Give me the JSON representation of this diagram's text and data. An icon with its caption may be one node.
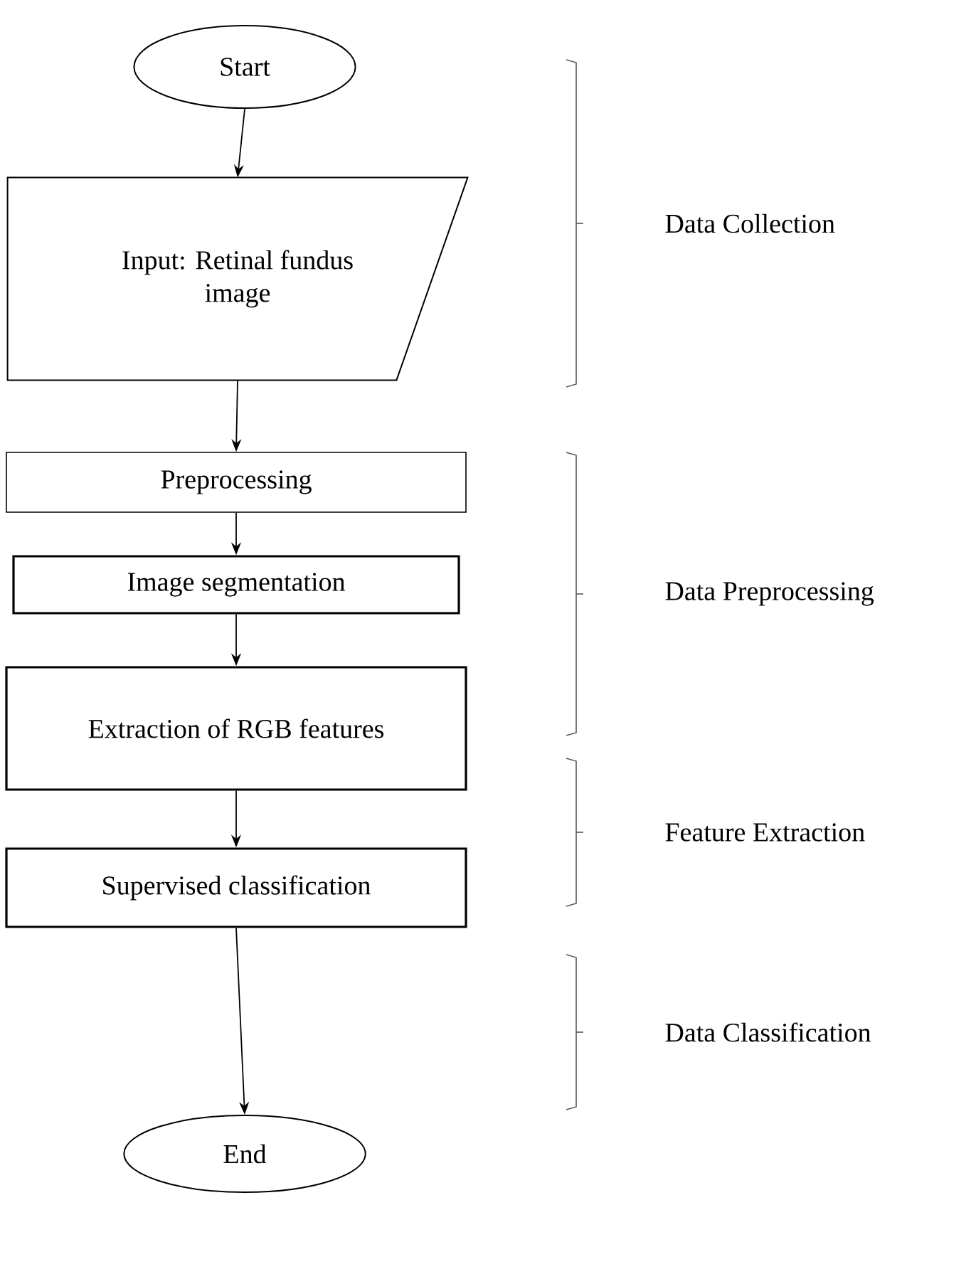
{
  "diagram": {
    "nodes": [
      {
        "text": [
          "Start"
        ]
      },
      {
        "text": [
          "Input: Retinal fundus image"
        ]
      },
      {
        "text": [
          "Preprocessing"
        ]
      },
      {
        "text": [
          "Image segmentation"
        ]
      },
      {
        "text": [
          "Extraction of RGB features"
        ]
      },
      {
        "text": [
          "Supervised classification"
        ]
      },
      {
        "text": [
          "End"
        ]
      }
    ],
    "edges": [
      {
        "from": 0,
        "to": 1,
        "arrow": "to"
      },
      {
        "from": 1,
        "to": 2,
        "arrow": "to"
      },
      {
        "from": 2,
        "to": 3,
        "arrow": "to"
      },
      {
        "from": 3,
        "to": 4,
        "arrow": "to"
      },
      {
        "from": 4,
        "to": 5,
        "arrow": "to"
      },
      {
        "from": 5,
        "to": 6,
        "arrow": "to"
      }
    ],
    "labels": [
      "Data Collection",
      "Data Preprocessing",
      "Feature Extraction",
      "Data Classification"
    ]
  }
}
